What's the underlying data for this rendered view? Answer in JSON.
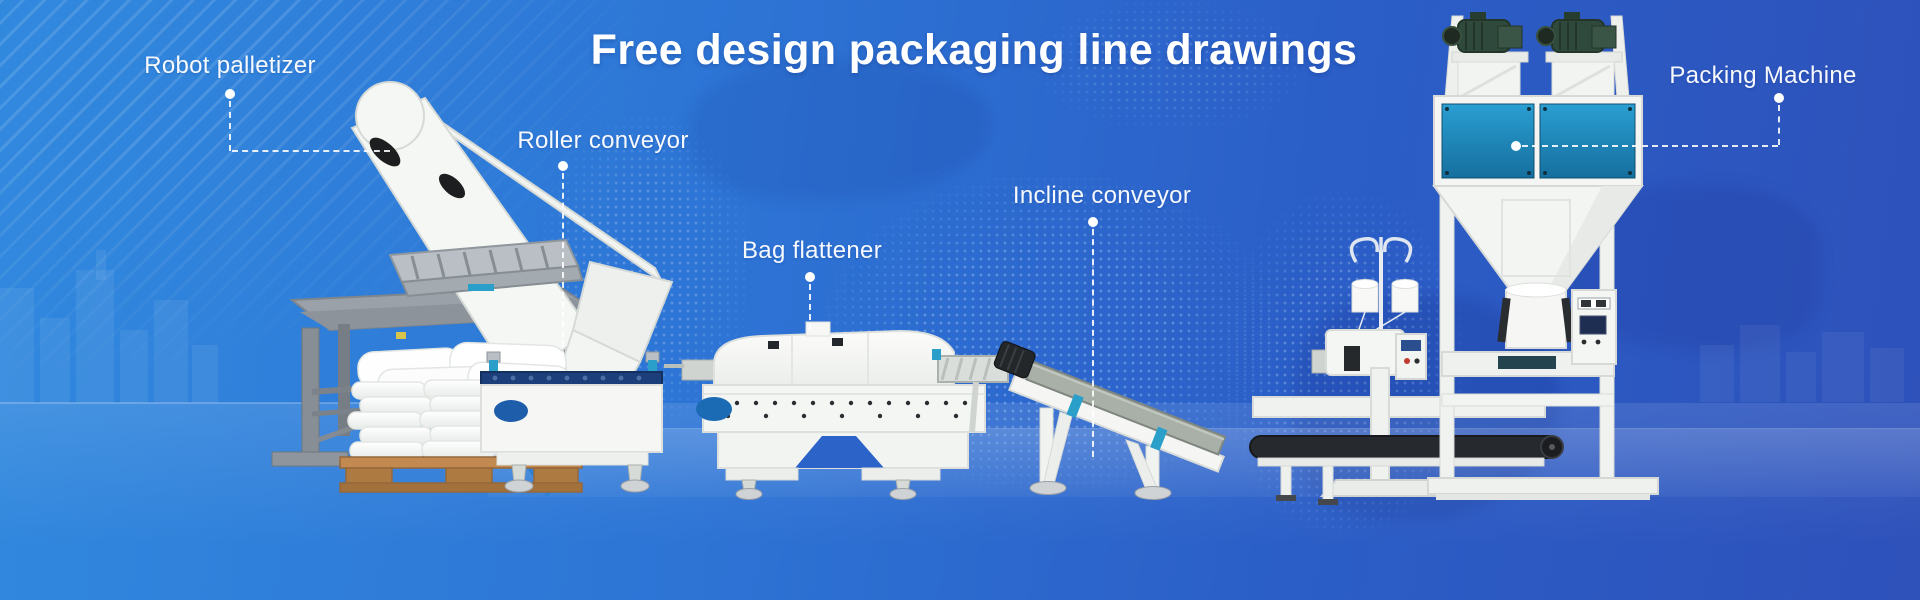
{
  "banner": {
    "title": "Free design packaging line drawings",
    "labels": {
      "robot_palletizer": "Robot palletizer",
      "roller_conveyor": "Roller conveyor",
      "bag_flattener": "Bag flattener",
      "incline_conveyor": "Incline conveyor",
      "packing_machine": "Packing Machine"
    },
    "colors": {
      "background_left": "#3189de",
      "background_right": "#2e51ba",
      "text": "#ffffff",
      "leader_line": "#ffffff",
      "panel_teal": "#1f86b8",
      "machine_white": "#f5f6f4",
      "pallet_wood": "#bd8750",
      "motor_green": "#2f4a3c",
      "belt_dark": "#26292d"
    }
  }
}
